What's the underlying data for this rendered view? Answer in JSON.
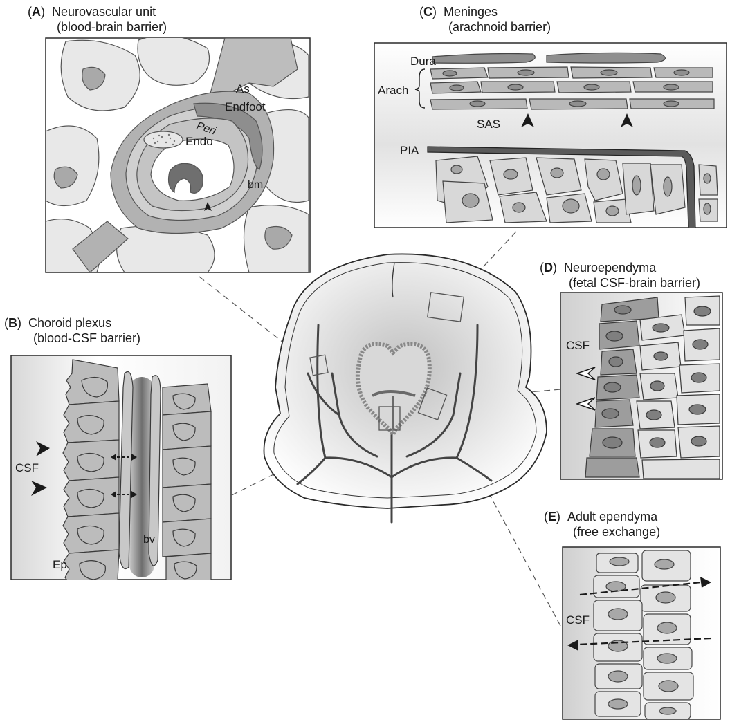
{
  "panels": {
    "A": {
      "letter": "A",
      "name": "Neurovascular unit",
      "subtitle": "(blood-brain barrier)",
      "labels": {
        "as": "As",
        "endfoot": "Endfoot",
        "peri": "Peri",
        "endo": "Endo",
        "bm": "bm"
      }
    },
    "B": {
      "letter": "B",
      "name": "Choroid plexus",
      "subtitle": "(blood-CSF barrier)",
      "labels": {
        "csf": "CSF",
        "bv": "bv",
        "ep": "Ep"
      }
    },
    "C": {
      "letter": "C",
      "name": "Meninges",
      "subtitle": "(arachnoid barrier)",
      "labels": {
        "dura": "Dura",
        "arach": "Arach",
        "sas": "SAS",
        "pia": "PIA"
      }
    },
    "D": {
      "letter": "D",
      "name": "Neuroependyma",
      "subtitle": "(fetal CSF-brain barrier)",
      "labels": {
        "csf": "CSF"
      }
    },
    "E": {
      "letter": "E",
      "name": "Adult ependyma",
      "subtitle": "(free exchange)",
      "labels": {
        "csf": "CSF"
      }
    }
  },
  "colors": {
    "cell_light": "#e6e6e6",
    "cell_mid": "#b4b4b4",
    "cell_dark": "#8c8c8c",
    "nucleus": "#9a9a9a",
    "stroke": "#2a2a2a"
  }
}
